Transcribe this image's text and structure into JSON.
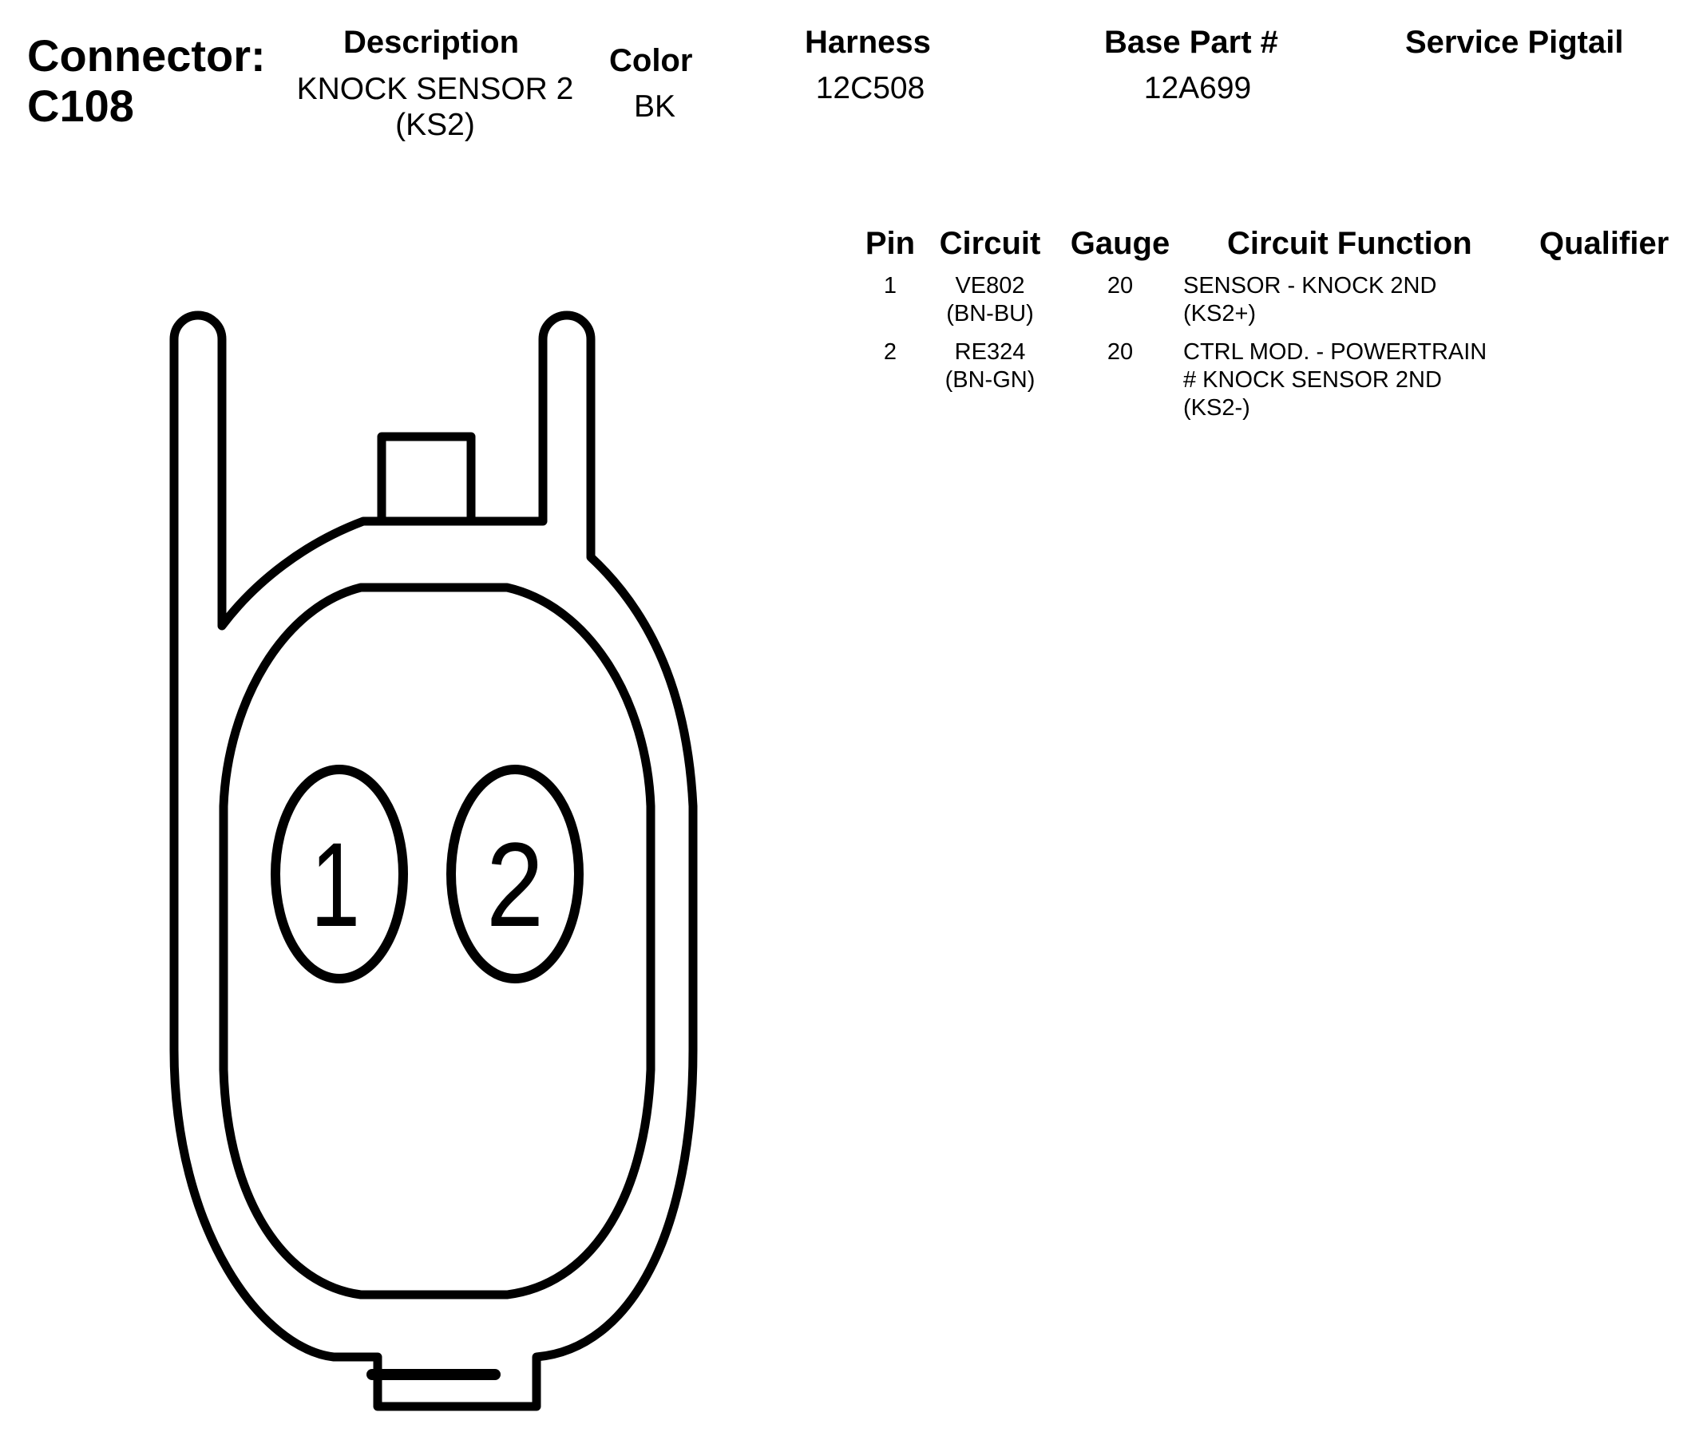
{
  "connector": {
    "label": "Connector:",
    "id": "C108"
  },
  "header": {
    "description_label": "Description",
    "description_value_line1": "KNOCK SENSOR 2",
    "description_value_line2": "(KS2)",
    "color_label": "Color",
    "color_value": "BK",
    "harness_label": "Harness",
    "harness_value": "12C508",
    "base_part_label": "Base Part #",
    "base_part_value": "12A699",
    "service_pigtail_label": "Service Pigtail"
  },
  "pin_table": {
    "columns": [
      "Pin",
      "Circuit",
      "Gauge",
      "Circuit Function",
      "Qualifier"
    ],
    "rows": [
      {
        "pin": "1",
        "circuit": "VE802",
        "wire_color": "(BN-BU)",
        "gauge": "20",
        "function_lines": [
          "SENSOR - KNOCK 2ND",
          "(KS2+)"
        ]
      },
      {
        "pin": "2",
        "circuit": "RE324",
        "wire_color": "(BN-GN)",
        "gauge": "20",
        "function_lines": [
          "CTRL MOD. - POWERTRAIN",
          "# KNOCK SENSOR 2ND",
          "(KS2-)"
        ]
      }
    ]
  },
  "diagram": {
    "pin_labels": [
      "1",
      "2"
    ]
  }
}
